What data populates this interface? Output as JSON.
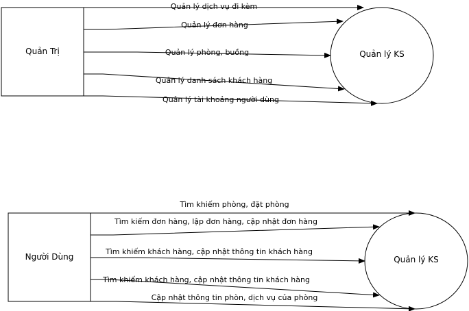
{
  "colors": {
    "stroke": "#000000",
    "fill": "#ffffff",
    "text": "#000000"
  },
  "diagram_top": {
    "actor": "Quản Trị",
    "system": "Quản lý KS",
    "flows": [
      "Quản lý dịch vụ đi kèm",
      "Quản lý đơn hàng",
      "Quản lý phòng, buồng",
      "Quản lý danh sách khách hàng",
      "Quản lý tài khoảng người dùng"
    ]
  },
  "diagram_bottom": {
    "actor": "Người Dùng",
    "system": "Quản lý KS",
    "flows": [
      "Tìm khiếm phòng, đặt phòng",
      "Tìm kiếm đơn hàng, lập đơn hàng, cập nhật đơn hàng",
      "Tìm khiếm khách hàng, cập nhật thông tin khách hàng",
      "Tìm khiếm khách hàng, cập nhật thông tin khách hàng",
      "Cập nhật thông tin phòn, dịch vụ của phòng"
    ]
  }
}
